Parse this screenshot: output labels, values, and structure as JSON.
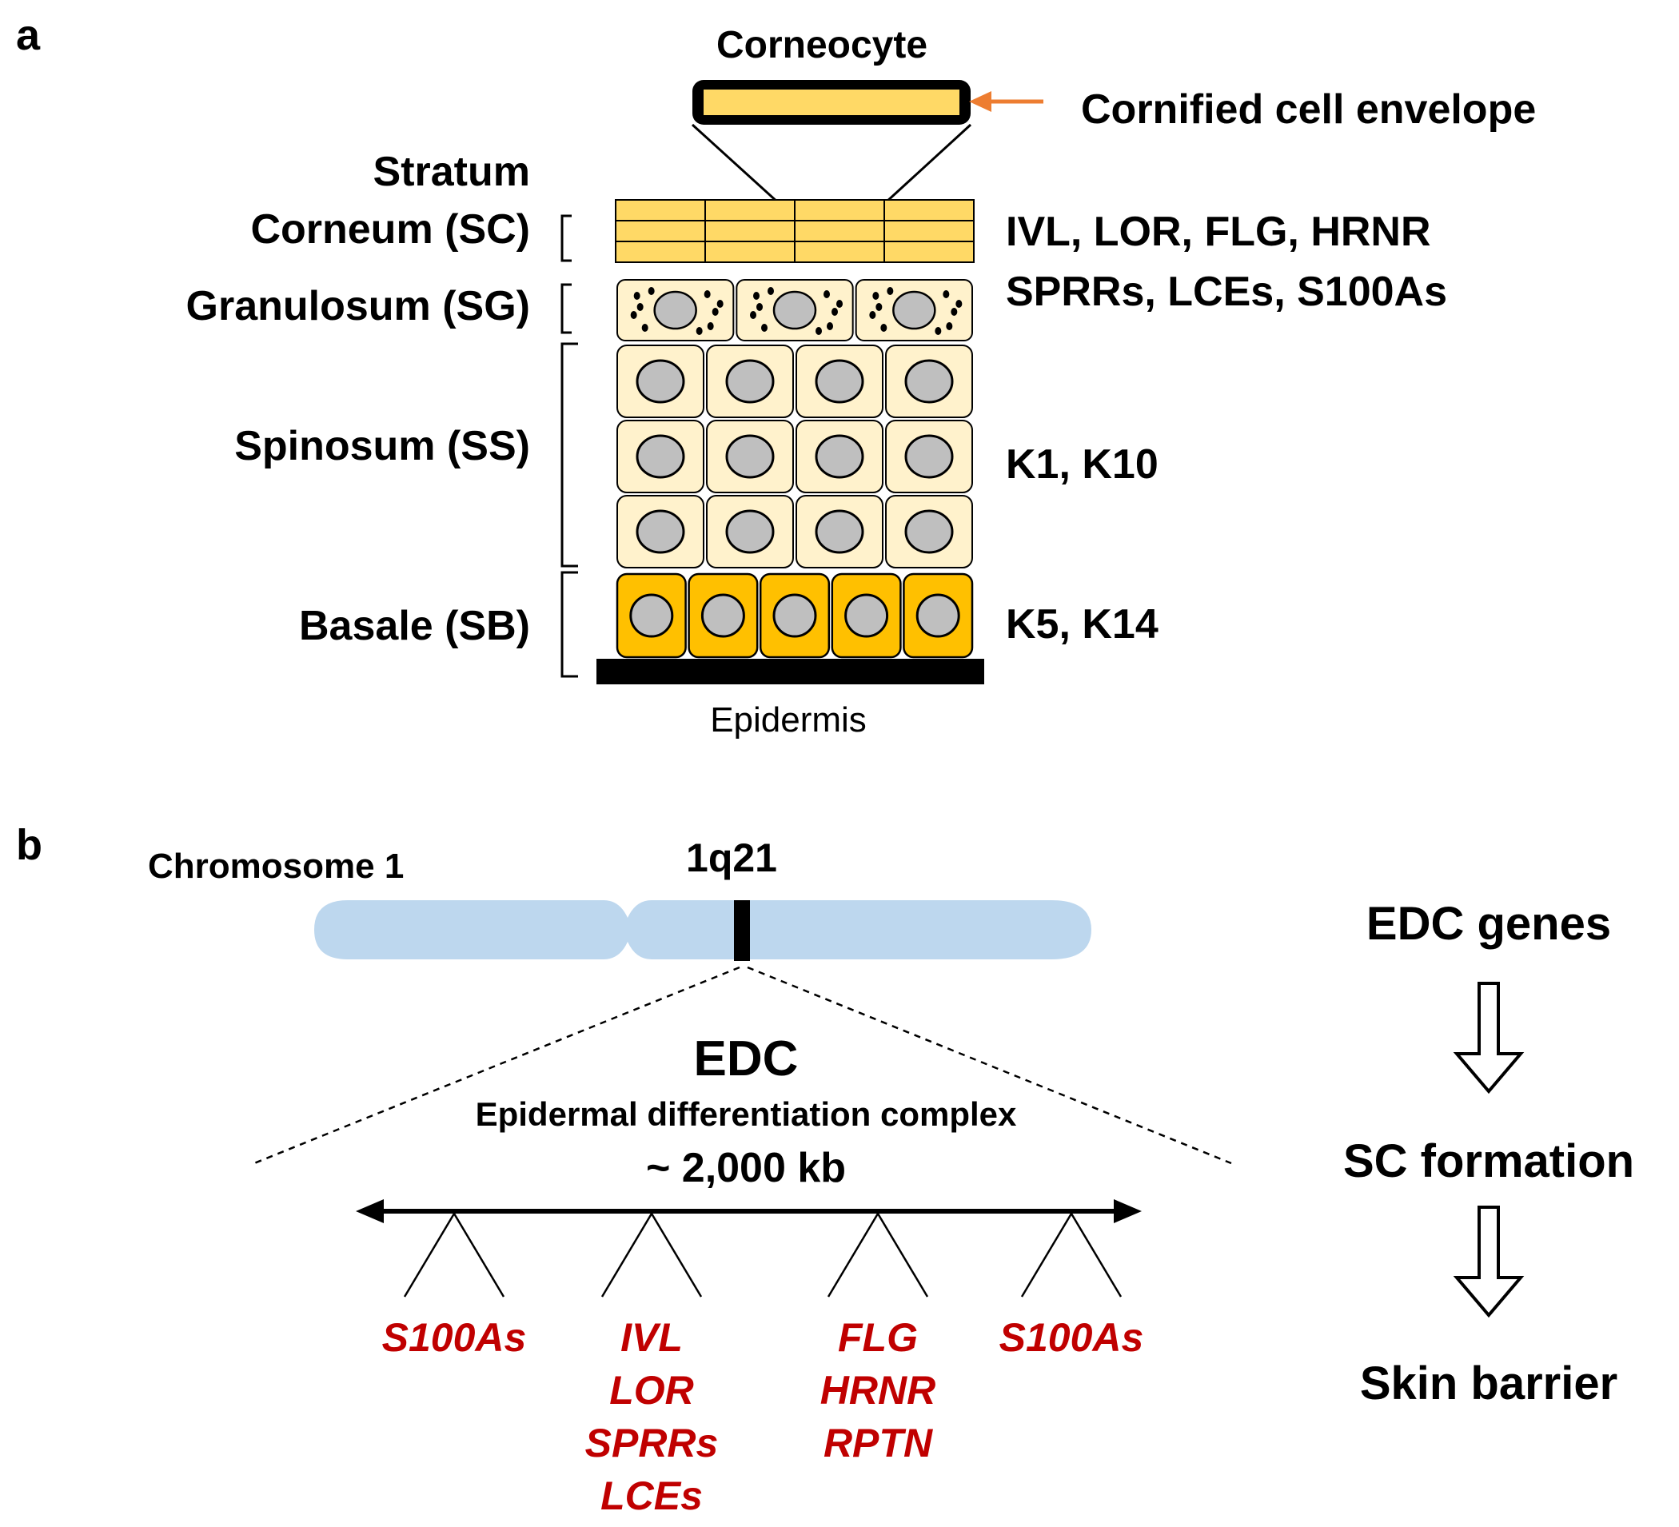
{
  "colors": {
    "corneum_fill": "#FFD966",
    "granulosum_fill": "#FFF2CC",
    "spinosum_fill": "#FFF2CC",
    "basale_fill": "#FFC000",
    "nucleus_fill": "#BFBFBF",
    "arrow_orange": "#ED7D31",
    "chromosome_fill": "#BDD7EE",
    "gene_red": "#C00000",
    "outline": "#000000"
  },
  "panel_a": {
    "label": "a",
    "corneocyte_title": "Corneocyte",
    "envelope_label": "Cornified cell envelope",
    "stratum_heading": "Stratum",
    "layers": {
      "corneum": {
        "label": "Corneum (SC)",
        "markers": "IVL, LOR, FLG, HRNR",
        "rows": 3,
        "cols": 4
      },
      "granulosum": {
        "label": "Granulosum (SG)",
        "markers": "SPRRs, LCEs, S100As",
        "rows": 1,
        "cols": 3
      },
      "spinosum": {
        "label": "Spinosum (SS)",
        "markers": "K1, K10",
        "rows": 3,
        "cols": 4
      },
      "basale": {
        "label": "Basale (SB)",
        "markers": "K5, K14",
        "rows": 1,
        "cols": 5
      }
    },
    "epidermis_label": "Epidermis"
  },
  "panel_b": {
    "label": "b",
    "chromosome_label": "Chromosome 1",
    "locus_label": "1q21",
    "edc_title": "EDC",
    "edc_subtitle": "Epidermal differentiation complex",
    "edc_size": "~ 2,000 kb",
    "gene_groups": [
      {
        "genes": [
          "S100As"
        ]
      },
      {
        "genes": [
          "IVL",
          "LOR",
          "SPRRs",
          "LCEs"
        ]
      },
      {
        "genes": [
          "FLG",
          "HRNR",
          "RPTN"
        ]
      },
      {
        "genes": [
          "S100As"
        ]
      }
    ],
    "flow": [
      "EDC genes",
      "SC formation",
      "Skin barrier"
    ]
  }
}
